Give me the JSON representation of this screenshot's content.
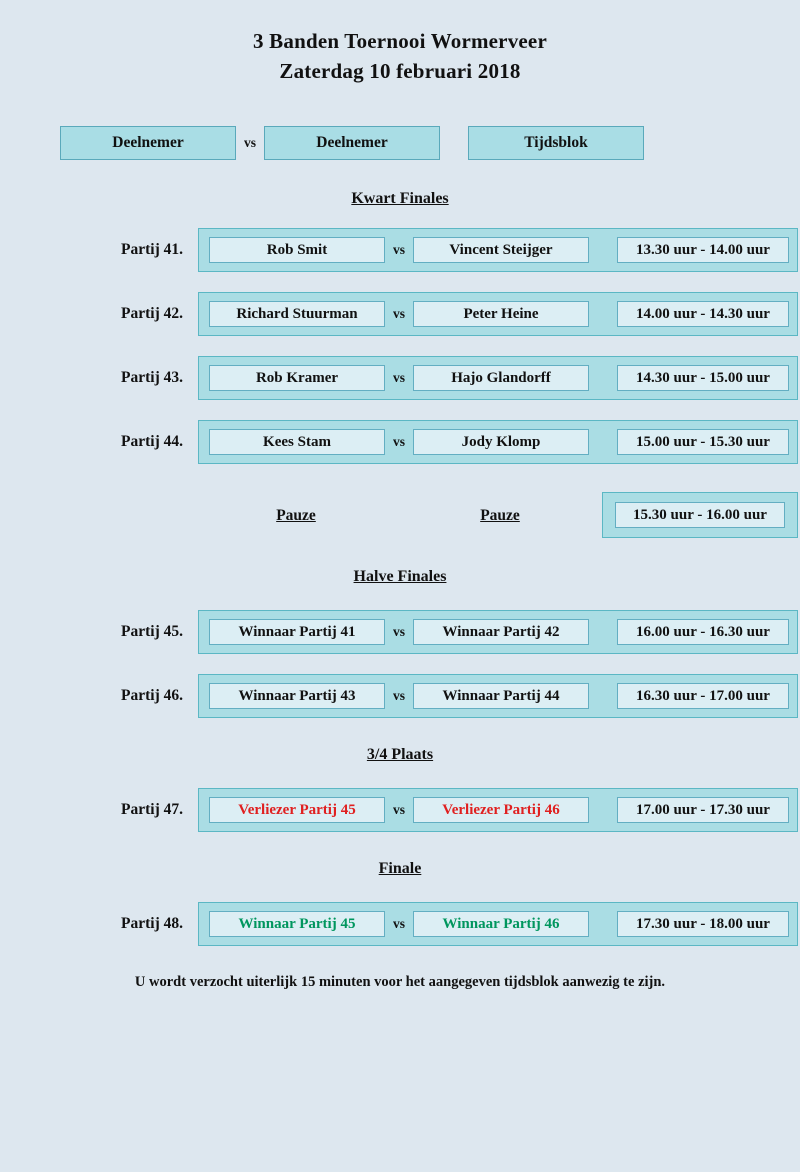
{
  "document": {
    "title_line1": "3 Banden Toernooi Wormerveer",
    "title_line2": "Zaterdag 10 februari 2018",
    "footer_note": "U wordt verzocht uiterlijk 15 minuten voor het aangegeven tijdsblok aanwezig te zijn."
  },
  "colors": {
    "page_background": "#dde7ef",
    "band_fill": "#aadde4",
    "band_border": "#5bb7c4",
    "cell_fill": "#dceef4",
    "cell_border": "#63aec2",
    "header_fill": "#a9dde5",
    "loser_text": "#e02020",
    "winner_text": "#00965e",
    "text": "#111111"
  },
  "header": {
    "participant1": "Deelnemer",
    "vs": "vs",
    "participant2": "Deelnemer",
    "timeslot": "Tijdsblok"
  },
  "sections": {
    "quarter_finals": "Kwart Finales",
    "semi_finals": "Halve Finales",
    "third_place": "3/4 Plaats",
    "final": "Finale"
  },
  "pause": {
    "label_left": "Pauze",
    "label_right": "Pauze",
    "time": "15.30 uur - 16.00 uur"
  },
  "matches": {
    "quarter_finals": [
      {
        "label": "Partij 41.",
        "player1": "Rob Smit",
        "vs": "vs",
        "player2": "Vincent Steijger",
        "time": "13.30 uur - 14.00 uur"
      },
      {
        "label": "Partij 42.",
        "player1": "Richard Stuurman",
        "vs": "vs",
        "player2": "Peter Heine",
        "time": "14.00 uur - 14.30 uur"
      },
      {
        "label": "Partij 43.",
        "player1": "Rob Kramer",
        "vs": "vs",
        "player2": "Hajo Glandorff",
        "time": "14.30 uur - 15.00 uur"
      },
      {
        "label": "Partij 44.",
        "player1": "Kees Stam",
        "vs": "vs",
        "player2": "Jody Klomp",
        "time": "15.00 uur - 15.30 uur"
      }
    ],
    "semi_finals": [
      {
        "label": "Partij 45.",
        "player1": "Winnaar Partij 41",
        "vs": "vs",
        "player2": "Winnaar Partij 42",
        "time": "16.00 uur - 16.30 uur"
      },
      {
        "label": "Partij 46.",
        "player1": "Winnaar Partij 43",
        "vs": "vs",
        "player2": "Winnaar Partij 44",
        "time": "16.30 uur - 17.00 uur"
      }
    ],
    "third_place": [
      {
        "label": "Partij 47.",
        "player1": "Verliezer Partij 45",
        "vs": "vs",
        "player2": "Verliezer Partij 46",
        "time": "17.00 uur - 17.30 uur"
      }
    ],
    "final": [
      {
        "label": "Partij 48.",
        "player1": "Winnaar Partij 45",
        "vs": "vs",
        "player2": "Winnaar Partij 46",
        "time": "17.30 uur - 18.00 uur"
      }
    ]
  }
}
